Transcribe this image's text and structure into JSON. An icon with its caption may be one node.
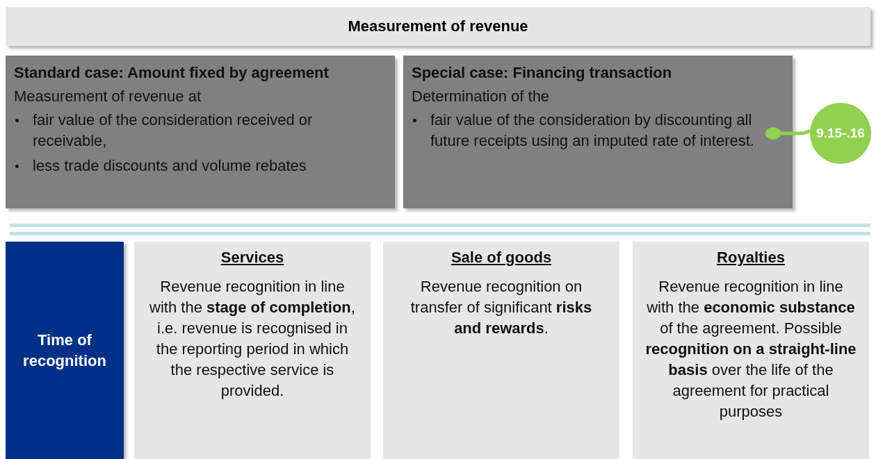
{
  "diagram": {
    "nodes": [
      {
        "text": [
          "Measurement of revenue"
        ]
      },
      {
        "text": [
          "Standard case: Amount fixed by agreement",
          "Measurement of revenue at",
          "fair value of the consideration received or receivable,",
          "less trade discounts and volume rebates"
        ]
      },
      {
        "text": [
          "Special case: Financing transaction",
          "Determination of the",
          "fair value of the consideration by discounting all future receipts using an imputed rate of interest."
        ]
      },
      {
        "text": [
          "9.15-.16"
        ]
      },
      {
        "text": [
          "Time of recognition"
        ]
      },
      {
        "text": [
          "Services",
          "Revenue recognition in line with the **stage of completion**, i.e. revenue is recognised in the reporting period in which the respective service is provided."
        ]
      },
      {
        "text": [
          "Sale of goods",
          "Revenue recognition on transfer of significant **risks and rewards**."
        ]
      },
      {
        "text": [
          "Royalties",
          "Revenue recognition in line with the **economic substance** of the agreement. Possible **recognition on a straight-line basis** over the life of the agreement for practical purposes"
        ]
      }
    ],
    "edges": [
      {
        "from": 3,
        "to": 2,
        "arrow": "other"
      }
    ]
  }
}
